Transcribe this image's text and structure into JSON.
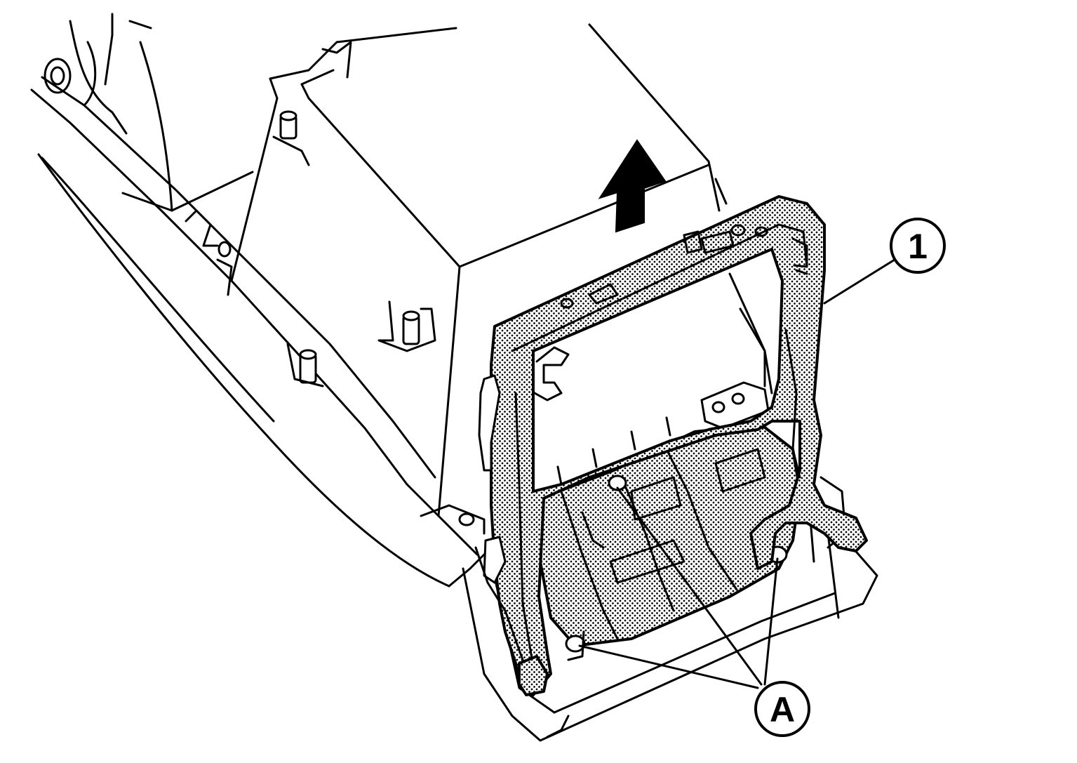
{
  "figure": {
    "callouts": [
      {
        "id": "part-1",
        "label": "1"
      },
      {
        "id": "fasteners-A",
        "label": "A"
      }
    ],
    "direction_arrow": "up-arrow",
    "colors": {
      "line": "#000000",
      "fill": "#ffffff",
      "stipple": "#000000"
    }
  }
}
